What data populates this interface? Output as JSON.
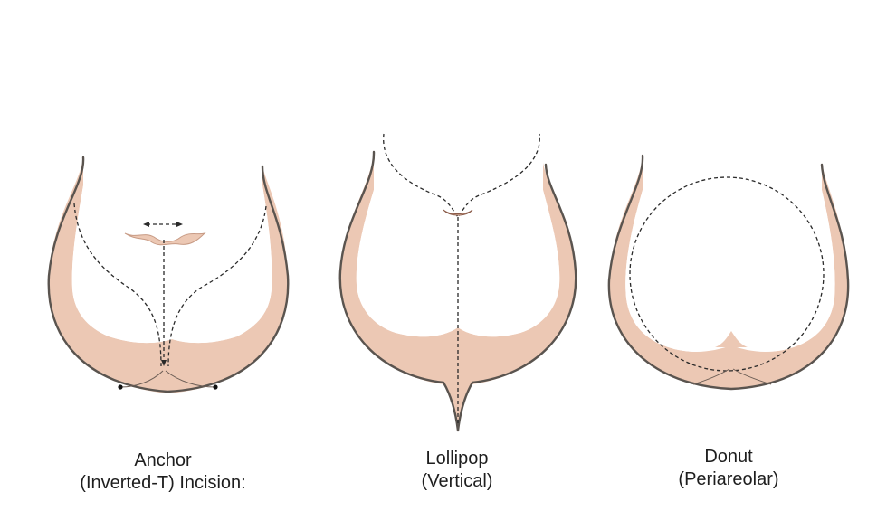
{
  "colors": {
    "skin": "#ecc8b4",
    "outline": "#5a544f",
    "dashed_line": "#2a2a2a",
    "background": "#ffffff"
  },
  "panels": [
    {
      "key": "anchor",
      "title_line1": "Anchor",
      "title_line2": "(Inverted-T) Incision:"
    },
    {
      "key": "lollipop",
      "title_line1": "Lollipop",
      "title_line2": "(Vertical)"
    },
    {
      "key": "donut",
      "title_line1": "Donut",
      "title_line2": "(Periareolar)"
    }
  ]
}
